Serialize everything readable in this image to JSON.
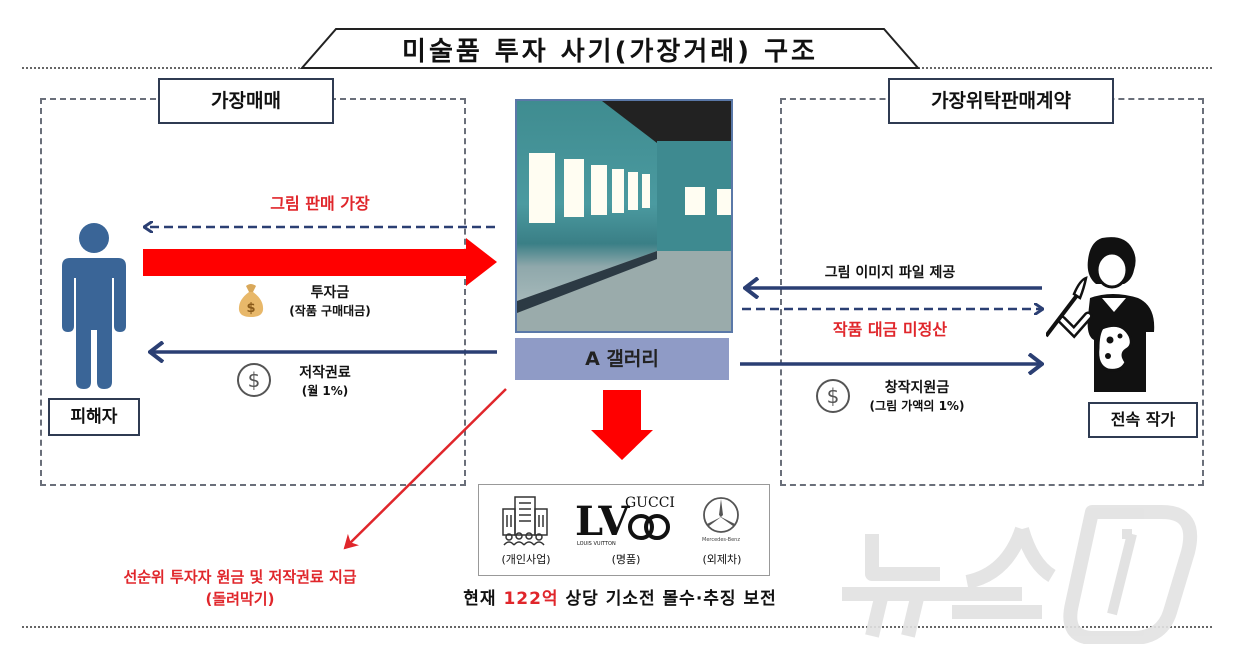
{
  "title": "미술품 투자 사기(가장거래) 구조",
  "left_section": {
    "label": "가장매매",
    "victim_label": "피해자",
    "arrow_fake_sale": "그림 판매 가장",
    "investment_title": "투자금",
    "investment_sub": "(작품 구매대금)",
    "royalty_title": "저작권료",
    "royalty_sub": "(월 1%)"
  },
  "center": {
    "gallery_label": "A 갤러리",
    "seized_assets": [
      {
        "icon": "building-icon",
        "label": "(개인사업)"
      },
      {
        "icon": "luxury-brand-icon",
        "label": "(명품)",
        "brands": [
          "GUCCI",
          "LOUIS VUITTON"
        ]
      },
      {
        "icon": "mercedes-logo-icon",
        "label": "(외제차)",
        "brand": "Mercedes-Benz"
      }
    ],
    "bottom_text_prefix": "현재 ",
    "bottom_text_amount": "122억",
    "bottom_text_suffix": " 상당 기소전 몰수·추징 보전"
  },
  "ponzi": {
    "line1": "선순위 투자자 원금 및 저작권료 지급",
    "line2": "(돌려막기)"
  },
  "right_section": {
    "label": "가장위탁판매계약",
    "artist_label": "전속 작가",
    "arrow_image_file": "그림 이미지 파일 제공",
    "arrow_unpaid": "작품 대금 미정산",
    "support_title": "창작지원금",
    "support_sub": "(그림 가액의 1%)"
  },
  "watermark": "뉴스1",
  "colors": {
    "red": "#e0262b",
    "arrow_red": "#ff0000",
    "navy": "#2b3f73",
    "victim_blue": "#3a6597",
    "gallery_label_bg": "#8f9bc6"
  }
}
